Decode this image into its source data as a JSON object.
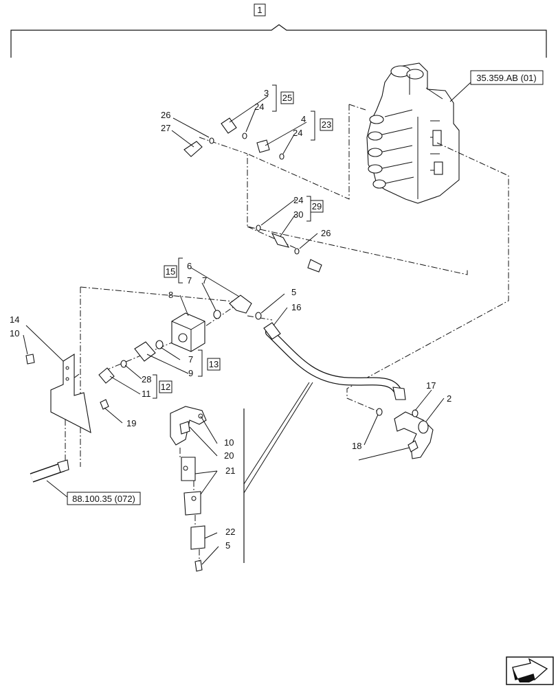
{
  "assembly": {
    "main_ref": "1"
  },
  "references": {
    "valve_ref": "35.359.AB (01)",
    "hose_ref": "88.100.35 (072)"
  },
  "kits": [
    "25",
    "23",
    "29",
    "15",
    "13",
    "12"
  ],
  "callouts": [
    "3",
    "24",
    "26",
    "27",
    "4",
    "24",
    "24",
    "30",
    "26",
    "6",
    "7",
    "7",
    "8",
    "5",
    "16",
    "14",
    "10",
    "7",
    "9",
    "28",
    "11",
    "19",
    "10",
    "20",
    "21",
    "22",
    "5",
    "17",
    "2",
    "18"
  ],
  "nav": {
    "icon": "next-page-arrow-icon"
  }
}
